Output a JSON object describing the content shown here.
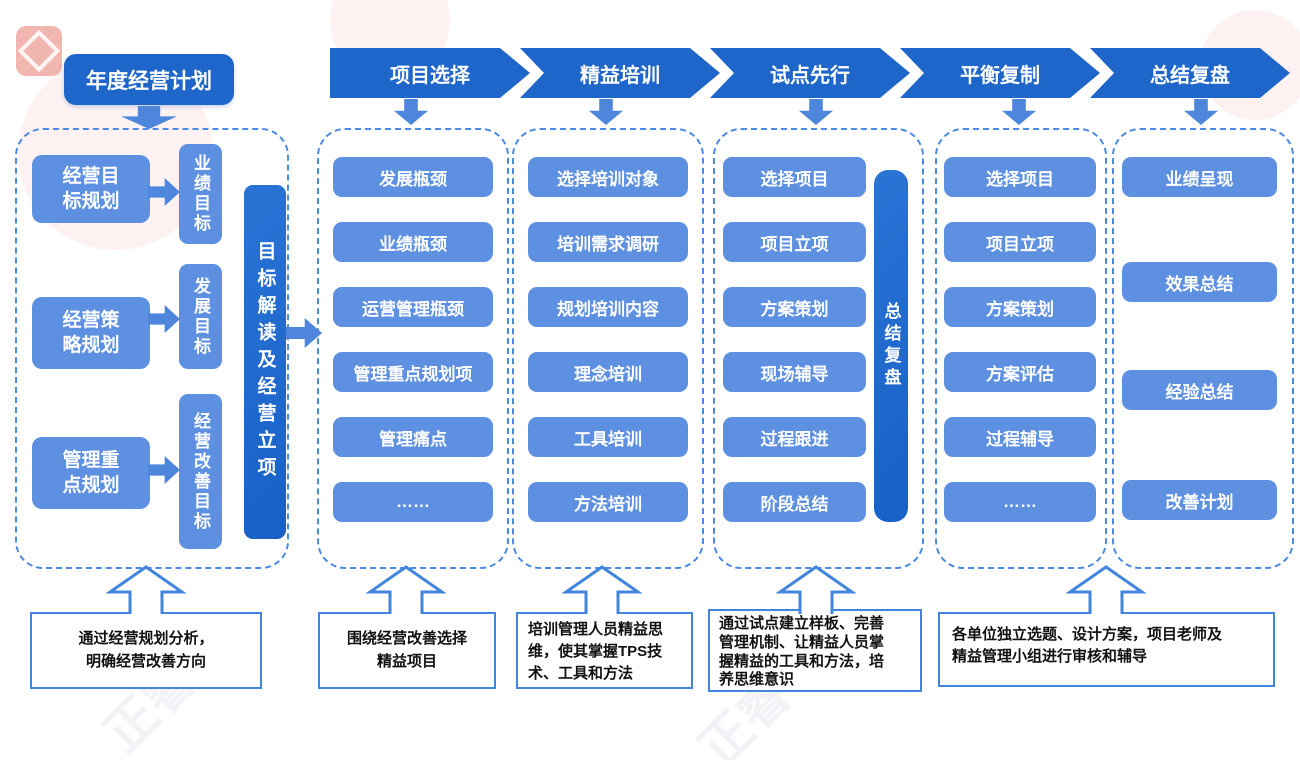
{
  "colors": {
    "dark_blue": "#1E66C9",
    "light_blue": "#5E90E2",
    "arrow_blue": "#4E86DB",
    "dashed_border": "#4B8AE4",
    "note_border": "#4285DD"
  },
  "root": {
    "label": "年度经营计划"
  },
  "planning": {
    "rows": [
      {
        "plan": "经营目\n标规划",
        "target": "业绩目标"
      },
      {
        "plan": "经营策\n略规划",
        "target": "发展目标"
      },
      {
        "plan": "管理重\n点规划",
        "target": "经营改善目标"
      }
    ],
    "side_bar": "目标解读及经营立项",
    "note": "通过经营规划分析，\n明确经营改善方向"
  },
  "stages": [
    {
      "label": "项目选择",
      "items": [
        "发展瓶颈",
        "业绩瓶颈",
        "运营管理瓶颈",
        "管理重点规划项",
        "管理痛点",
        "……"
      ],
      "note": "围绕经营改善选择\n精益项目"
    },
    {
      "label": "精益培训",
      "items": [
        "选择培训对象",
        "培训需求调研",
        "规划培训内容",
        "理念培训",
        "工具培训",
        "方法培训"
      ],
      "note": "培训管理人员精益思\n维，使其掌握TPS技\n术、工具和方法"
    },
    {
      "label": "试点先行",
      "items": [
        "选择项目",
        "项目立项",
        "方案策划",
        "现场辅导",
        "过程跟进",
        "阶段总结"
      ],
      "side_bar": "总结复盘",
      "note": "通过试点建立样板、完善\n管理机制、让精益人员掌\n握精益的工具和方法，培\n养思维意识"
    },
    {
      "label": "平衡复制",
      "items": [
        "选择项目",
        "项目立项",
        "方案策划",
        "方案评估",
        "过程辅导",
        "……"
      ],
      "note": "各单位独立选题、设计方案，项目老师及\n精益管理小组进行审核和辅导"
    },
    {
      "label": "总结复盘",
      "items": [
        "业绩呈现",
        "效果总结",
        "经验总结",
        "改善计划"
      ]
    }
  ],
  "watermark": {
    "glyph": "正睿"
  }
}
